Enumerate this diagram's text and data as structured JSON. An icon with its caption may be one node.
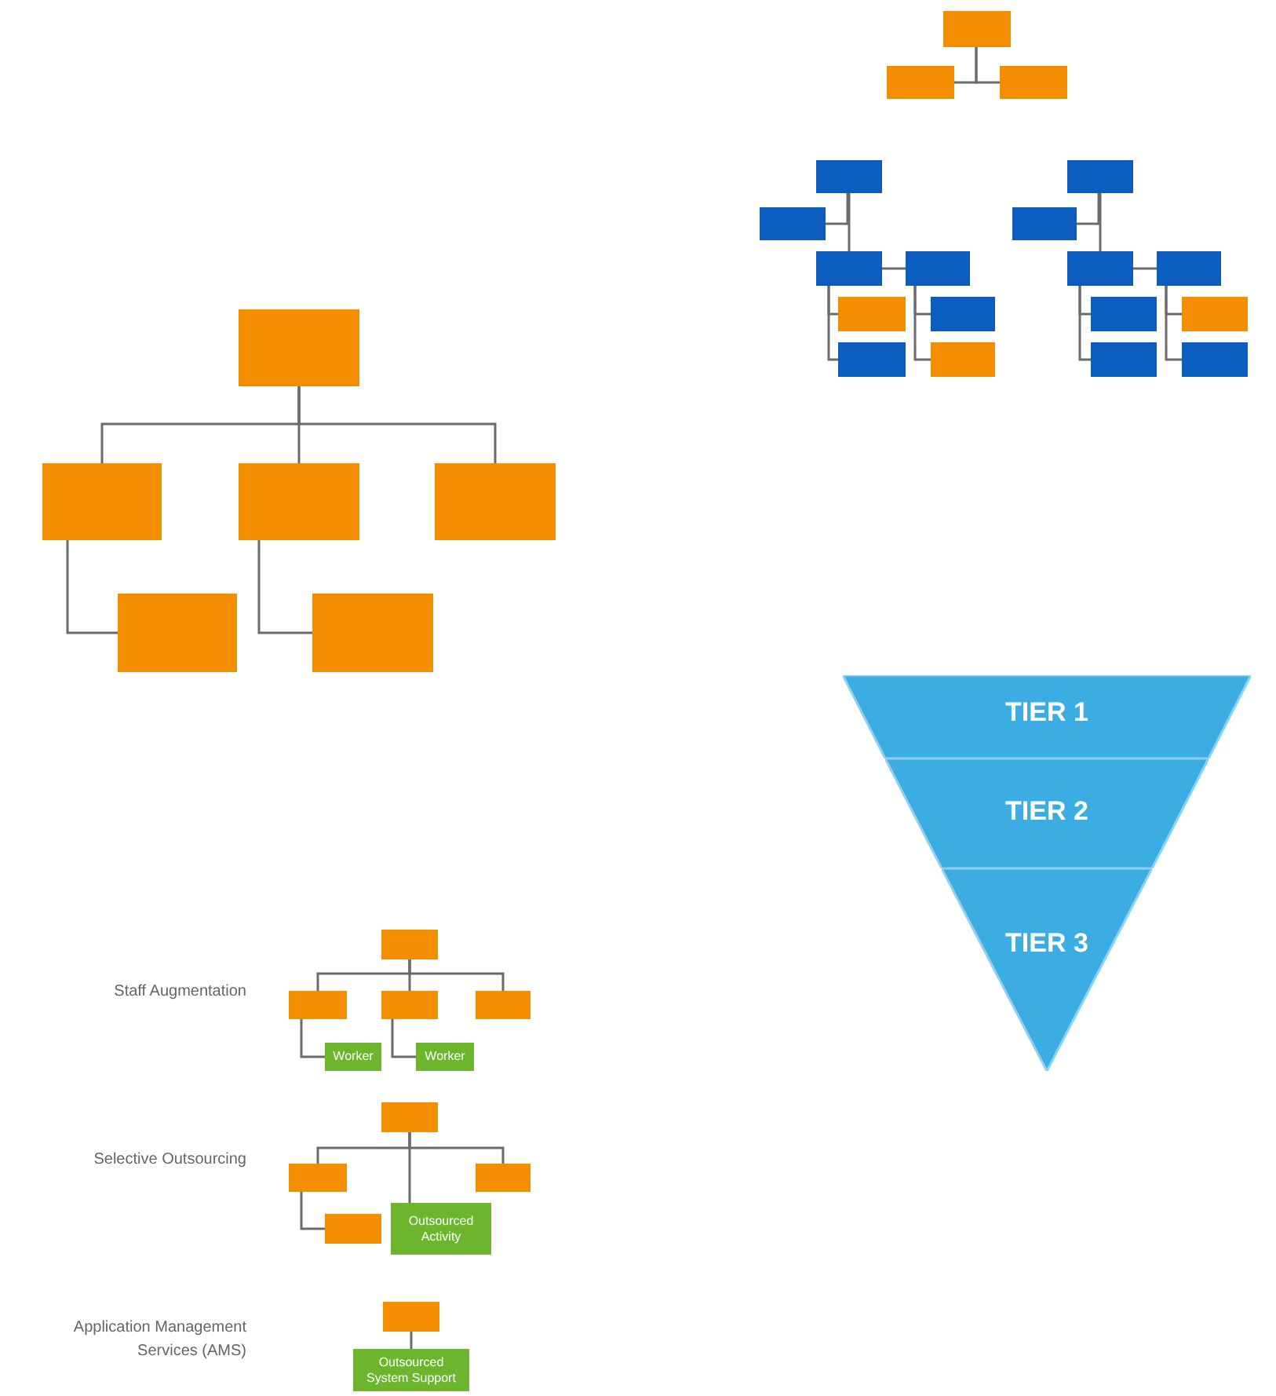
{
  "diagram": {
    "nodes": [
      {
        "text": [],
        "shape": "box"
      },
      {
        "text": [],
        "shape": "box"
      },
      {
        "text": [],
        "shape": "box"
      },
      {
        "text": [],
        "shape": "box"
      },
      {
        "text": [],
        "shape": "box"
      },
      {
        "text": [],
        "shape": "box"
      },
      {
        "text": [],
        "shape": "box"
      },
      {
        "text": [],
        "shape": "box"
      },
      {
        "text": [],
        "shape": "box"
      },
      {
        "text": [],
        "shape": "box"
      },
      {
        "text": [],
        "shape": "box"
      },
      {
        "text": [],
        "shape": "box"
      },
      {
        "text": [],
        "shape": "box"
      },
      {
        "text": [],
        "shape": "box"
      },
      {
        "text": [],
        "shape": "box"
      },
      {
        "text": [],
        "shape": "box"
      },
      {
        "text": [],
        "shape": "box"
      },
      {
        "text": [],
        "shape": "box"
      },
      {
        "text": [],
        "shape": "box"
      },
      {
        "text": [],
        "shape": "box"
      },
      {
        "text": [],
        "shape": "box"
      },
      {
        "text": [],
        "shape": "box"
      },
      {
        "text": [],
        "shape": "box"
      },
      {
        "text": [],
        "shape": "box"
      },
      {
        "text": [],
        "shape": "box"
      },
      {
        "text": [
          "TIER 1"
        ]
      },
      {
        "text": [
          "TIER 2"
        ]
      },
      {
        "text": [
          "TIER 3"
        ]
      },
      {
        "text": [],
        "shape": "box"
      },
      {
        "text": [],
        "shape": "box"
      },
      {
        "text": [],
        "shape": "box"
      },
      {
        "text": [],
        "shape": "box"
      },
      {
        "text": [
          "Worker"
        ]
      },
      {
        "text": [
          "Worker"
        ]
      },
      {
        "text": [],
        "shape": "box"
      },
      {
        "text": [],
        "shape": "box"
      },
      {
        "text": [],
        "shape": "box"
      },
      {
        "text": [],
        "shape": "box"
      },
      {
        "text": [
          "Outsourced Activity"
        ]
      },
      {
        "text": [],
        "shape": "box"
      },
      {
        "text": [
          "Outsourced System Support"
        ]
      }
    ],
    "edges": [
      {
        "from": 0,
        "to": 1,
        "arrow": "none"
      },
      {
        "from": 0,
        "to": 2,
        "arrow": "none"
      },
      {
        "from": 3,
        "to": 4,
        "arrow": "none"
      },
      {
        "from": 3,
        "to": 5,
        "arrow": "none"
      },
      {
        "from": 5,
        "to": 6,
        "arrow": "none"
      },
      {
        "from": 5,
        "to": 7,
        "arrow": "none"
      },
      {
        "from": 5,
        "to": 8,
        "arrow": "none"
      },
      {
        "from": 6,
        "to": 9,
        "arrow": "none"
      },
      {
        "from": 6,
        "to": 10,
        "arrow": "none"
      },
      {
        "from": 11,
        "to": 12,
        "arrow": "none"
      },
      {
        "from": 11,
        "to": 13,
        "arrow": "none"
      },
      {
        "from": 13,
        "to": 14,
        "arrow": "none"
      },
      {
        "from": 13,
        "to": 15,
        "arrow": "none"
      },
      {
        "from": 13,
        "to": 16,
        "arrow": "none"
      },
      {
        "from": 14,
        "to": 17,
        "arrow": "none"
      },
      {
        "from": 14,
        "to": 18,
        "arrow": "none"
      },
      {
        "from": 19,
        "to": 20,
        "arrow": "none"
      },
      {
        "from": 19,
        "to": 21,
        "arrow": "none"
      },
      {
        "from": 19,
        "to": 22,
        "arrow": "none"
      },
      {
        "from": 20,
        "to": 23,
        "arrow": "none"
      },
      {
        "from": 21,
        "to": 24,
        "arrow": "none"
      },
      {
        "from": 28,
        "to": 29,
        "arrow": "none"
      },
      {
        "from": 28,
        "to": 30,
        "arrow": "none"
      },
      {
        "from": 28,
        "to": 31,
        "arrow": "none"
      },
      {
        "from": 29,
        "to": 32,
        "arrow": "none"
      },
      {
        "from": 30,
        "to": 33,
        "arrow": "none"
      },
      {
        "from": 34,
        "to": 35,
        "arrow": "none"
      },
      {
        "from": 34,
        "to": 38,
        "arrow": "none"
      },
      {
        "from": 34,
        "to": 36,
        "arrow": "none"
      },
      {
        "from": 35,
        "to": 37,
        "arrow": "none"
      },
      {
        "from": 39,
        "to": 40,
        "arrow": "none"
      }
    ],
    "labels": [
      "Staff Augmentation",
      "Selective Outsourcing",
      "Application Management Services (AMS)"
    ]
  }
}
